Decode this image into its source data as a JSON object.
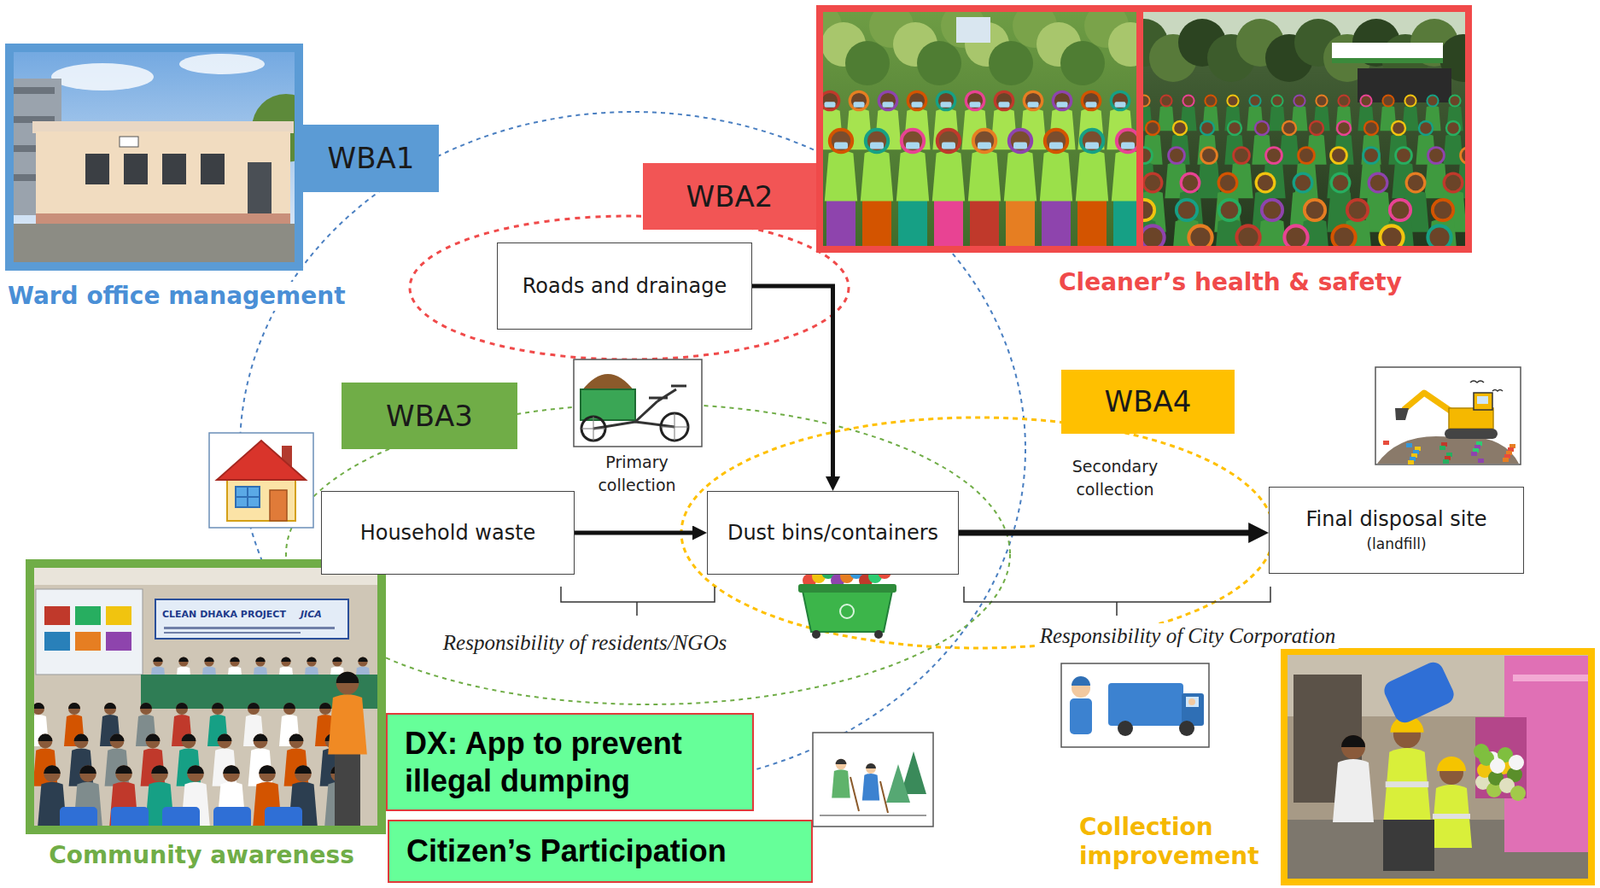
{
  "diagram": {
    "nodes": [
      {
        "text": [
          "WBA1"
        ]
      },
      {
        "text": [
          "WBA2"
        ]
      },
      {
        "text": [
          "Roads and drainage"
        ]
      },
      {
        "text": [
          "WBA3"
        ]
      },
      {
        "text": [
          "WBA4"
        ]
      },
      {
        "text": [
          "Household waste"
        ]
      },
      {
        "text": [
          "Dust bins/containers"
        ]
      },
      {
        "text": [
          "Final disposal site",
          "(landfill)"
        ]
      },
      {
        "text": [
          "DX: App to prevent illegal dumping"
        ]
      },
      {
        "text": [
          "Citizen’s Participation"
        ]
      }
    ],
    "edges": [
      {
        "from": 2,
        "to": 6,
        "arrow": "to"
      },
      {
        "from": 5,
        "to": 6,
        "arrow": "to"
      },
      {
        "from": 6,
        "to": 7,
        "arrow": "to"
      }
    ],
    "labels": [
      "Ward office management",
      "Cleaner’s health & safety",
      "Primary collection",
      "Secondary collection",
      "Responsibility of residents/NGOs",
      "Responsibility of City Corporation",
      "Community awareness",
      "Collection improvement",
      "CLEAN DHAKA PROJECT",
      "JICA"
    ]
  }
}
